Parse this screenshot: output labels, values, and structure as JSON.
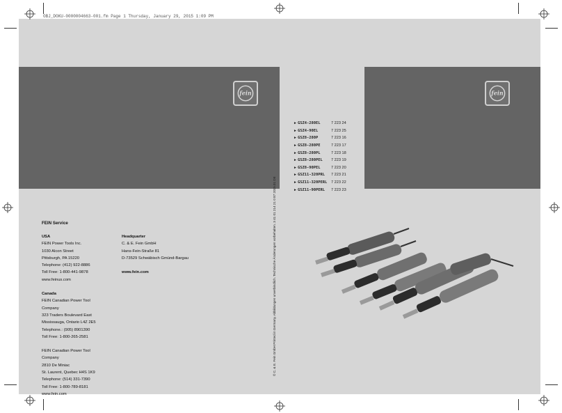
{
  "header": {
    "print_line": "OBJ_DOKU-0000004663-001.fm  Page 1  Thursday, January 29, 2015  1:09 PM"
  },
  "brand": {
    "logo_text": "fein"
  },
  "models": [
    {
      "name": "GSZ4-280EL",
      "number": "7 223 24"
    },
    {
      "name": "GSZ4-90EL",
      "number": "7 223 25"
    },
    {
      "name": "GSZ8-280P",
      "number": "7 223 16"
    },
    {
      "name": "GSZ8-280PE",
      "number": "7 223 17"
    },
    {
      "name": "GSZ8-280PL",
      "number": "7 223 18"
    },
    {
      "name": "GSZ8-280PEL",
      "number": "7 223 19"
    },
    {
      "name": "GSZ8-90PEL",
      "number": "7 223 20"
    },
    {
      "name": "GSZ11-320PRL",
      "number": "7 223 21"
    },
    {
      "name": "GSZ11-320PERL",
      "number": "7 223 22"
    },
    {
      "name": "GSZ11-90PERL",
      "number": "7 223 23"
    }
  ],
  "spine_text": "© C. & E. Fein GmbH  Printed in Germany.  Abbildungen unverbindlich.  Technische Änderungen vorbehalten.  3 41 01 214 21 0 87 2015.01 DE",
  "service": {
    "title": "FEIN Service",
    "usa": {
      "heading": "USA",
      "lines": [
        "FEIN Power Tools Inc.",
        "1030 Alcon Street",
        "Pittsburgh, PA 15220",
        "Telephone: (412) 922-8886",
        "Toll Free: 1-800-441-9878",
        "www.feinus.com"
      ]
    },
    "canada": {
      "heading": "Canada",
      "lines": [
        "FEIN Canadian Power Tool",
        "Company",
        "323 Traders Boulevard East",
        "Mississauga, Ontario L4Z 2E5",
        "Telephone.: (905) 8901390",
        "Toll Free: 1-800-265-2581"
      ]
    },
    "quebec": {
      "lines": [
        "FEIN Canadian Power Tool",
        "Company",
        "2810 De Miniac",
        "St. Laurent, Quebec H4S 1K9",
        "Telephone: (514) 331-7390",
        "Toll Free: 1-800-789-8181",
        "www.fein.com"
      ]
    },
    "hq": {
      "heading": "Headquarter",
      "lines": [
        "C. & E. Fein GmbH",
        "Hans-Fein-Straße 81",
        "D-73529 Schwäbisch Gmünd-Bargau"
      ],
      "web": "www.fein.com"
    }
  },
  "colors": {
    "band": "#646464",
    "sheet": "#d6d6d6"
  }
}
